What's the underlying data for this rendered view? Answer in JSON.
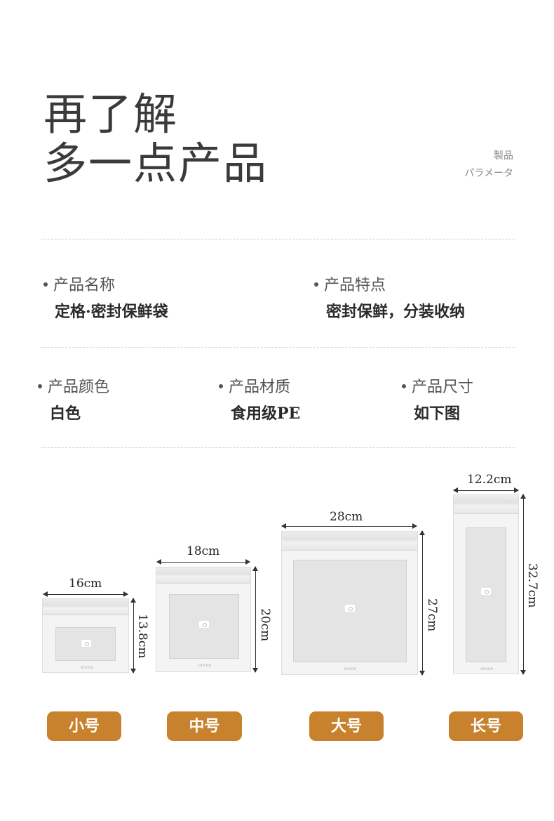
{
  "header": {
    "title_line1": "再了解",
    "title_line2": "多一点产品",
    "side_line1": "製品",
    "side_line2": "パラメータ"
  },
  "specs": {
    "name": {
      "label": "产品名称",
      "value": "定格·密封保鲜袋"
    },
    "feature": {
      "label": "产品特点",
      "value": "密封保鲜，分装收纳"
    },
    "color": {
      "label": "产品颜色",
      "value": "白色"
    },
    "material": {
      "label": "产品材质",
      "value": "食用级PE"
    },
    "size": {
      "label": "产品尺寸",
      "value": "如下图"
    }
  },
  "bags": [
    {
      "name": "小号",
      "width": "16cm",
      "height": "13.8cm"
    },
    {
      "name": "中号",
      "width": "18cm",
      "height": "20cm"
    },
    {
      "name": "大号",
      "width": "28cm",
      "height": "27cm"
    },
    {
      "name": "长号",
      "width": "12.2cm",
      "height": "32.7cm"
    }
  ],
  "brand_text": "oncoo",
  "colors": {
    "button": "#c8812c",
    "text": "#333333",
    "divider": "#cfcfcf"
  },
  "icons": {
    "bullet": "bullet-dot-icon",
    "bag_logo": "camera-logo-icon"
  }
}
